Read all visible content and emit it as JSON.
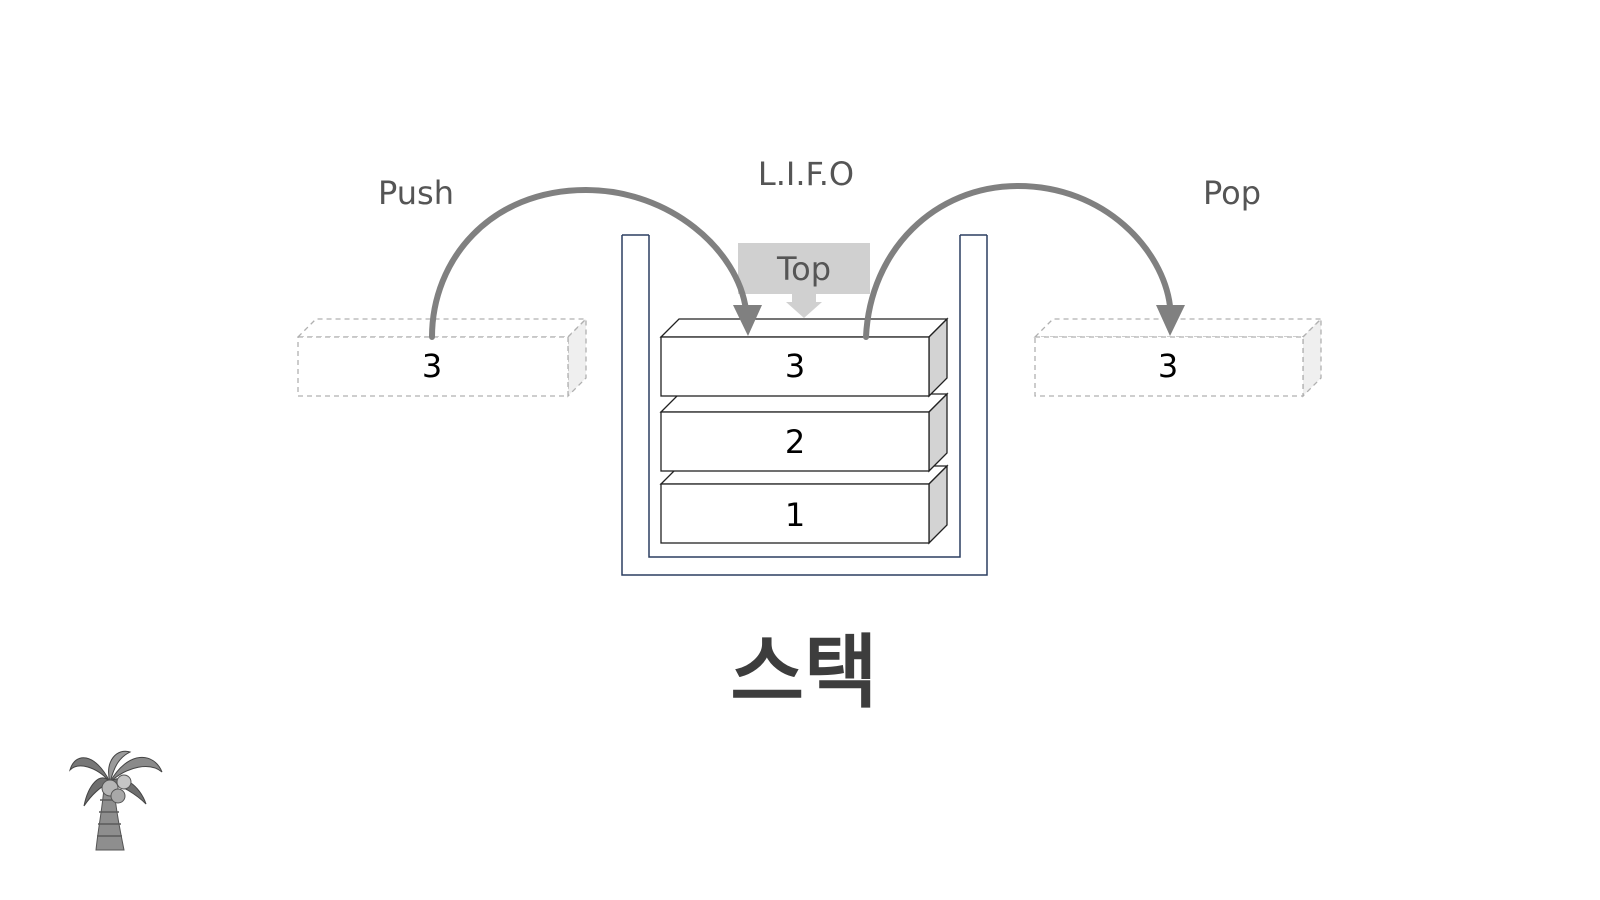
{
  "labels": {
    "lifo": "L.I.F.O",
    "push": "Push",
    "pop": "Pop",
    "top": "Top",
    "caption": "스택"
  },
  "stack": {
    "items": [
      "3",
      "2",
      "1"
    ]
  },
  "push_item": "3",
  "pop_item": "3",
  "colors": {
    "container": "#2c3e60",
    "arrow": "#808080",
    "top_marker": "#d0d0d0",
    "block_side": "#d3d3d3",
    "ghost_border": "#b0b0b0"
  },
  "icons": {
    "corner": "palm-tree-icon"
  }
}
